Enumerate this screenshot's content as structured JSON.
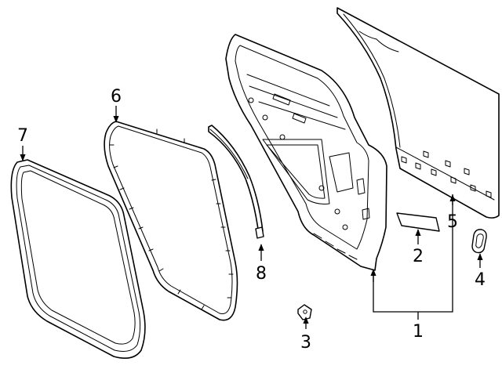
{
  "callouts": {
    "c1": "1",
    "c2": "2",
    "c3": "3",
    "c4": "4",
    "c5": "5",
    "c6": "6",
    "c7": "7",
    "c8": "8"
  },
  "colors": {
    "stroke": "#000000",
    "background": "#ffffff"
  }
}
